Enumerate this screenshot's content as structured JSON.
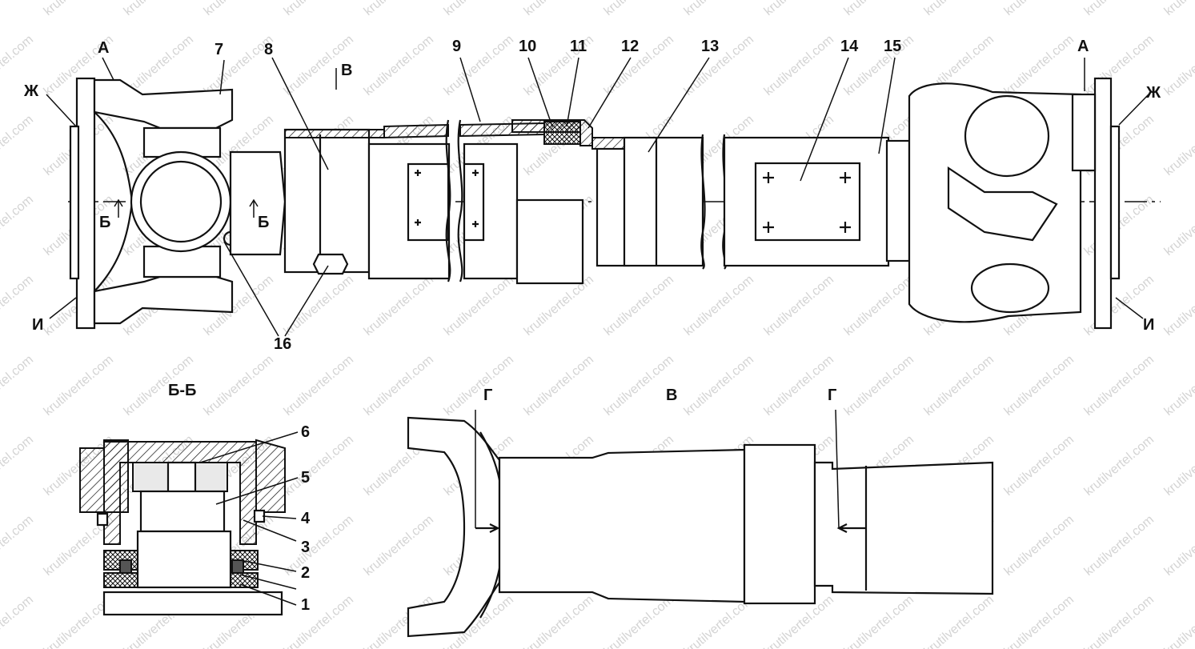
{
  "watermark": "krutilvertel.com",
  "labels": {
    "p1": "1",
    "p2": "2",
    "p3": "3",
    "p4": "4",
    "p5": "5",
    "p6": "6",
    "p7": "7",
    "p8": "8",
    "p9": "9",
    "p10": "10",
    "p11": "11",
    "p12": "12",
    "p13": "13",
    "p14": "14",
    "p15": "15",
    "p16": "16",
    "a": "А",
    "zh": "Ж",
    "i": "И",
    "b": "Б",
    "v": "В",
    "g": "Г"
  },
  "views": {
    "section_bb": "Б-Б",
    "view_v": "В"
  }
}
